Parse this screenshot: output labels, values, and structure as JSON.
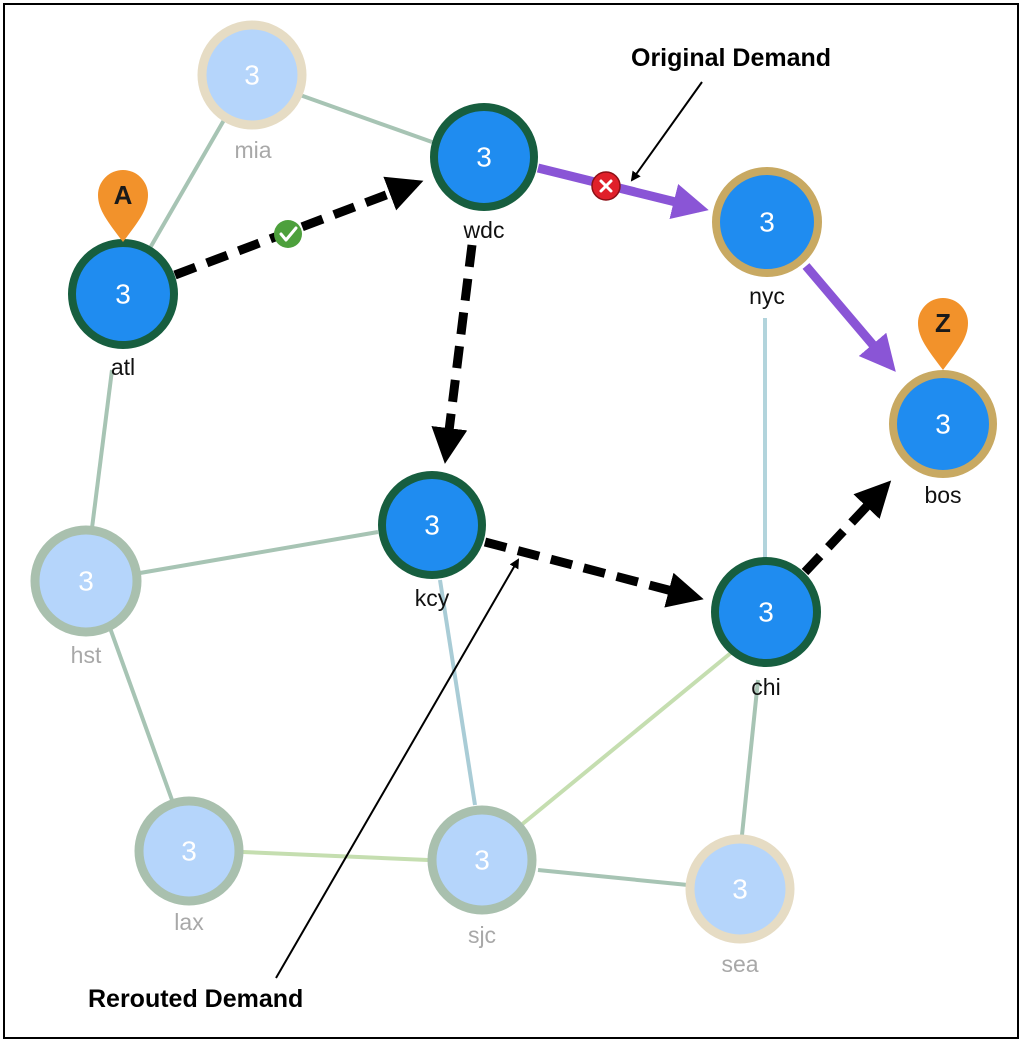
{
  "callouts": {
    "original": "Original Demand",
    "rerouted": "Rerouted Demand"
  },
  "pins": {
    "a": "A",
    "z": "Z"
  },
  "nodes": {
    "mia": {
      "label": "mia",
      "value": "3"
    },
    "wdc": {
      "label": "wdc",
      "value": "3"
    },
    "atl": {
      "label": "atl",
      "value": "3"
    },
    "nyc": {
      "label": "nyc",
      "value": "3"
    },
    "bos": {
      "label": "bos",
      "value": "3"
    },
    "kcy": {
      "label": "kcy",
      "value": "3"
    },
    "hst": {
      "label": "hst",
      "value": "3"
    },
    "chi": {
      "label": "chi",
      "value": "3"
    },
    "lax": {
      "label": "lax",
      "value": "3"
    },
    "sjc": {
      "label": "sjc",
      "value": "3"
    },
    "sea": {
      "label": "sea",
      "value": "3"
    }
  },
  "colors": {
    "active_fill": "#1f8cf0",
    "active_ring": "#175e3f",
    "endpoint_ring": "#c8a962",
    "inactive_fill": "#b5d5fb",
    "inactive_ring_green": "#a9c0ae",
    "inactive_ring_tan": "#e6dcc4",
    "original_path": "#8a55d6",
    "rerouted_path": "#000000",
    "pin": "#f2922b",
    "ok_badge": "#4da03c",
    "fail_badge": "#e0202a"
  },
  "icons": {
    "ok": "check-circle-icon",
    "fail": "x-circle-icon",
    "pin": "map-pin-icon"
  }
}
